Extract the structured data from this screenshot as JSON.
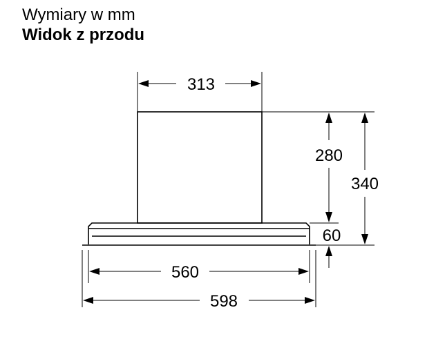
{
  "header": {
    "title": "Wymiary w mm",
    "subtitle": "Widok z przodu"
  },
  "dimensions": {
    "top_width": "313",
    "chimney_height": "280",
    "total_height": "340",
    "canopy_height": "60",
    "inner_width": "560",
    "outer_width": "598"
  }
}
